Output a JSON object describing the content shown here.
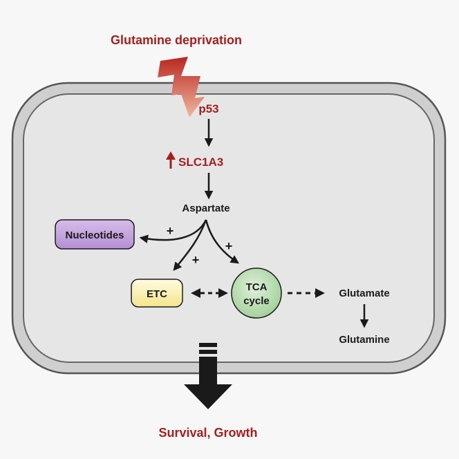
{
  "header": {
    "stress": "Glutamine deprivation"
  },
  "pathway": {
    "p53": "p53",
    "slc1a3": "SLC1A3",
    "aspartate": "Aspartate",
    "nucleotides": "Nucleotides",
    "etc": "ETC",
    "tca_line1": "TCA",
    "tca_line2": "cycle",
    "glutamate": "Glutamate",
    "glutamine": "Glutamine",
    "plus_sign": "+"
  },
  "footer": {
    "outcome": "Survival, Growth"
  },
  "colors": {
    "accent_red": "#a31f1f",
    "nucleotides_fill": "#c9a8e0",
    "etc_fill": "#fbf3b5",
    "tca_fill": "#b9deb4",
    "cell_fill": "#e6e6e6",
    "cell_border": "#555555"
  }
}
